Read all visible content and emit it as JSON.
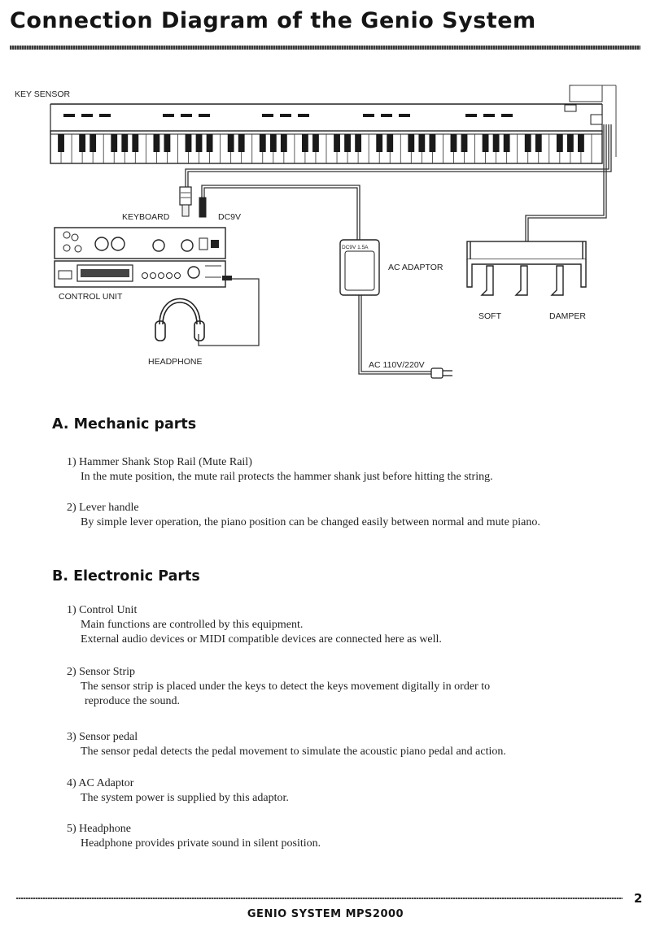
{
  "page": {
    "title": "Connection Diagram of the Genio System",
    "footer": "GENIO SYSTEM  MPS2000",
    "page_number": "2"
  },
  "diagram": {
    "key_sensor": "KEY SENSOR",
    "keyboard": "KEYBOARD",
    "dc9v": "DC9V",
    "adaptor_rating": "DC9V 1.5A",
    "ac_adaptor": "AC ADAPTOR",
    "control_unit": "CONTROL UNIT",
    "headphone": "HEADPHONE",
    "ac_voltage": "AC 110V/220V",
    "soft": "SOFT",
    "damper": "DAMPER"
  },
  "sections": [
    {
      "heading": "A. Mechanic parts",
      "items": [
        {
          "title": "1) Hammer Shank Stop Rail (Mute Rail)",
          "lines": [
            "In the mute position, the mute rail protects the hammer shank just before hitting the string."
          ]
        },
        {
          "title": "2) Lever handle",
          "lines": [
            "By simple lever operation, the piano position can be changed easily between normal and mute piano."
          ]
        }
      ]
    },
    {
      "heading": "B. Electronic Parts",
      "items": [
        {
          "title": "1) Control Unit",
          "lines": [
            "Main functions are controlled by this equipment.",
            "External audio devices or MIDI compatible devices are connected here as well."
          ]
        },
        {
          "title": "2) Sensor Strip",
          "lines": [
            "The sensor strip is placed under the keys to detect the keys movement digitally in order to",
            "reproduce the sound."
          ]
        },
        {
          "title": "3) Sensor pedal",
          "lines": [
            "The sensor pedal detects the pedal movement to simulate the acoustic piano pedal and action."
          ]
        },
        {
          "title": "4) AC Adaptor",
          "lines": [
            "The system power is supplied by this adaptor."
          ]
        },
        {
          "title": "5) Headphone",
          "lines": [
            "Headphone provides private sound in silent position."
          ]
        }
      ]
    }
  ]
}
